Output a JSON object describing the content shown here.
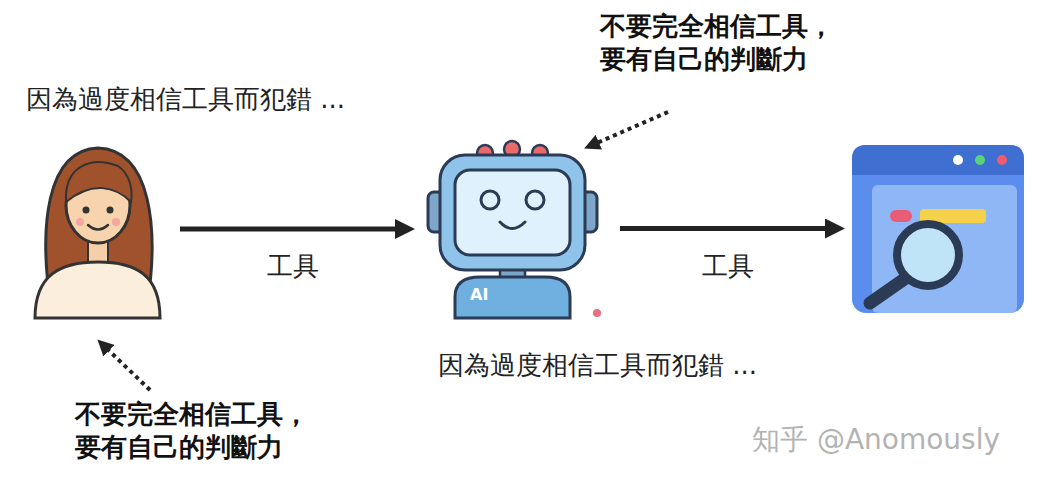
{
  "diagram": {
    "nodes": [
      {
        "text": [
          "因為過度相信工具而犯錯 ..."
        ]
      },
      {
        "text": [
          "AI",
          "因為過度相信工具而犯錯 ..."
        ]
      },
      {
        "text": []
      }
    ],
    "edges": [
      {
        "from": 0,
        "to": 1,
        "arrow": "to",
        "label": "工具"
      },
      {
        "from": 1,
        "to": 2,
        "arrow": "to",
        "label": "工具"
      }
    ],
    "labels": [
      "不要完全相信工具， 要有自己的判斷力",
      "不要完全相信工具， 要有自己的判斷力",
      "知乎 @Anomously"
    ]
  }
}
